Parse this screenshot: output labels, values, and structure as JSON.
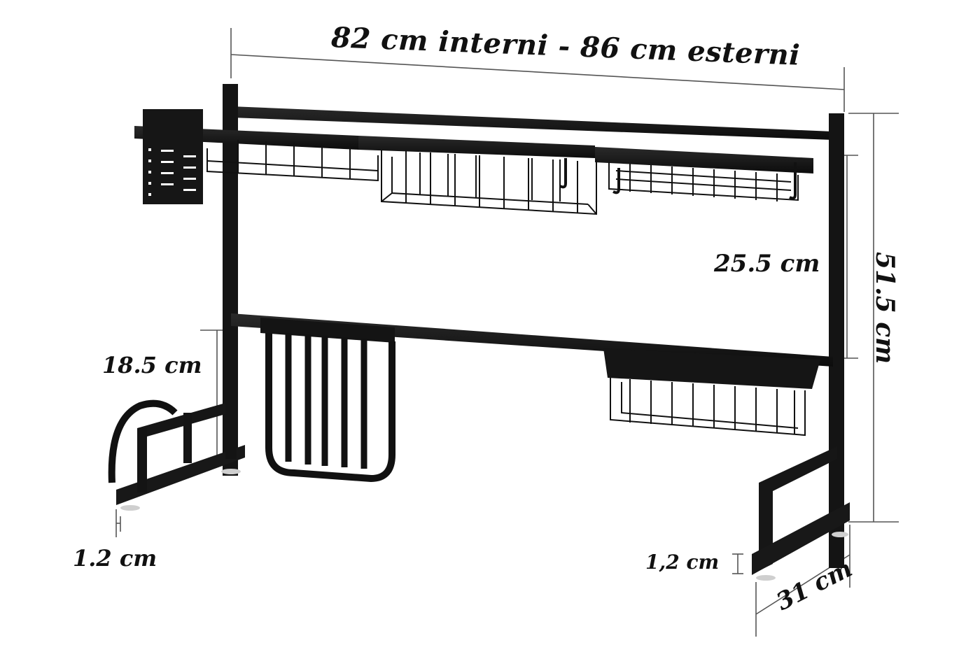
{
  "figure": {
    "subject": "Over-sink dish drying rack (black metal)",
    "colors": {
      "background": "#ffffff",
      "frame": "#111111",
      "dimension_line": "#555555",
      "label_text": "#111111"
    }
  },
  "dimensions": {
    "width": "82 cm interni - 86 cm esterni",
    "shelf_gap": "25.5 cm",
    "total_height": "51.5 cm",
    "lower_height": "18.5 cm",
    "left_foot_height": "1.2 cm",
    "right_foot_height": "1,2 cm",
    "depth": "31 cm"
  },
  "components": {
    "upper_shelf": [
      "utensil holder",
      "plate basket",
      "large basket",
      "cup basket with hooks"
    ],
    "lower_shelf": [
      "cutting board holder",
      "side basket"
    ],
    "base": [
      "left foot with knife/board holder",
      "right foot"
    ]
  }
}
